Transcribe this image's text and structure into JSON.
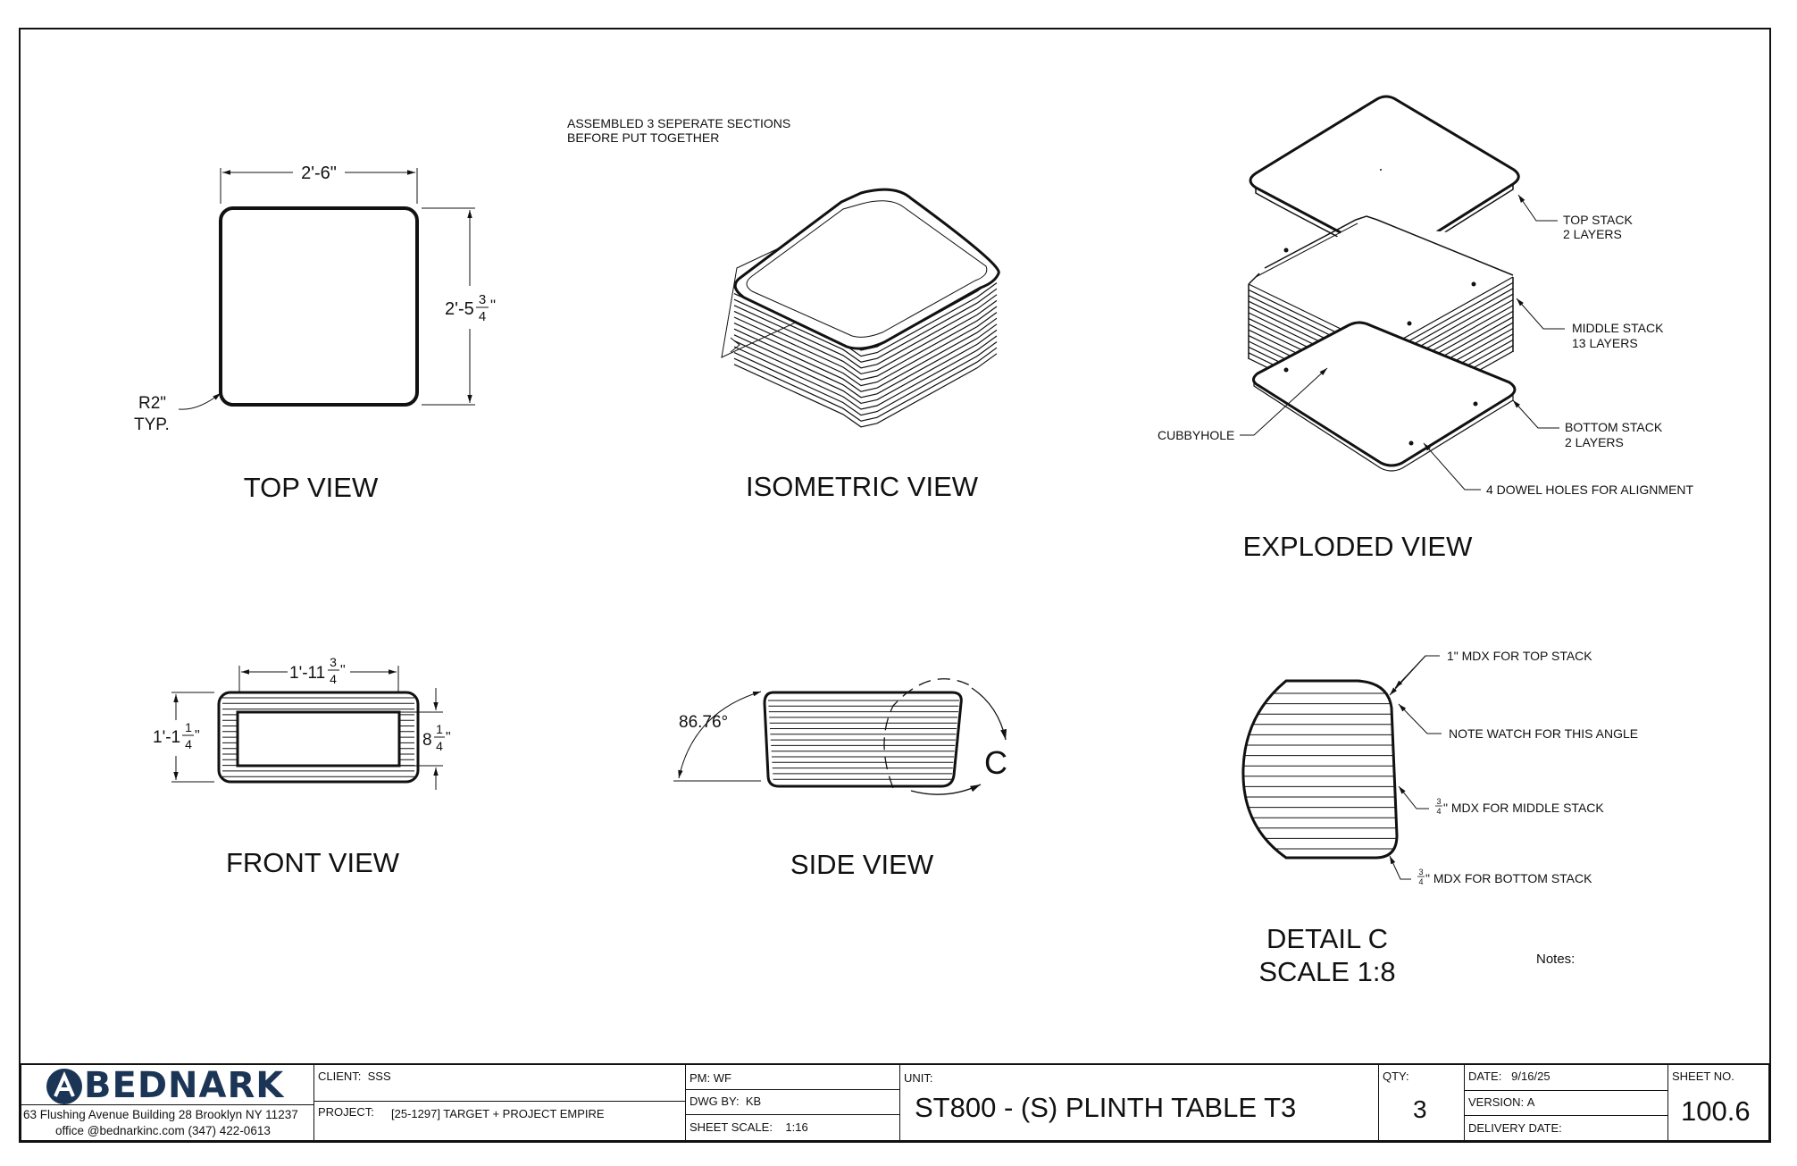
{
  "views": {
    "top": "TOP VIEW",
    "isometric": "ISOMETRIC VIEW",
    "exploded": "EXPLODED VIEW",
    "front": "FRONT VIEW",
    "side": "SIDE VIEW",
    "detail_line1": "DETAIL C",
    "detail_line2": "SCALE 1:8"
  },
  "top_view": {
    "width_dim": "2'-6\"",
    "height_dim_whole": "2'-5",
    "height_dim_num": "3",
    "height_dim_den": "4",
    "height_dim_unit": "\"",
    "radius_line1": "R2\"",
    "radius_line2": "TYP."
  },
  "assembly_note": {
    "line1": "ASSEMBLED 3 SEPERATE SECTIONS",
    "line2": "BEFORE PUT TOGETHER"
  },
  "exploded_view": {
    "top_stack_line1": "TOP STACK",
    "top_stack_line2": "2 LAYERS",
    "middle_stack_line1": "MIDDLE STACK",
    "middle_stack_line2": "13 LAYERS",
    "bottom_stack_line1": "BOTTOM STACK",
    "bottom_stack_line2": "2 LAYERS",
    "cubbyhole": "CUBBYHOLE",
    "dowel": "4 DOWEL HOLES FOR ALIGNMENT"
  },
  "front_view": {
    "width_whole": "1'-11",
    "width_num": "3",
    "width_den": "4",
    "width_unit": "\"",
    "height_whole": "1'-1",
    "height_num": "1",
    "height_den": "4",
    "height_unit": "\"",
    "open_whole": "8",
    "open_num": "1",
    "open_den": "4",
    "open_unit": "\""
  },
  "side_view": {
    "angle": "86.76°",
    "detail_marker": "C"
  },
  "detail_c": {
    "top_note": "1\" MDX FOR TOP STACK",
    "angle_note": "NOTE WATCH FOR THIS ANGLE",
    "middle_frac_num": "3",
    "middle_frac_den": "4",
    "middle_note": "\" MDX FOR MIDDLE STACK",
    "bottom_frac_num": "3",
    "bottom_frac_den": "4",
    "bottom_note": "\" MDX FOR BOTTOM STACK"
  },
  "notes_label": "Notes:",
  "title_block": {
    "logo_text": "BEDNARK",
    "address": "63 Flushing Avenue Building 28 Brooklyn NY 11237",
    "contact": "office @bednarkinc.com   (347) 422-0613",
    "client_label": "CLIENT:",
    "client_value": "SSS",
    "project_label": "PROJECT:",
    "project_value": "[25-1297] TARGET + PROJECT EMPIRE",
    "pm_label": "PM:",
    "pm_value": "WF",
    "dwg_label": "DWG BY:",
    "dwg_value": "KB",
    "scale_label": "SHEET SCALE:",
    "scale_value": "1:16",
    "unit_label": "UNIT:",
    "unit_value": "ST800 - (S) PLINTH TABLE T3",
    "qty_label": "QTY:",
    "qty_value": "3",
    "date_label": "DATE:",
    "date_value": "9/16/25",
    "version_label": "VERSION:",
    "version_value": "A",
    "delivery_label": "DELIVERY DATE:",
    "delivery_value": "",
    "sheet_label": "SHEET NO.",
    "sheet_value": "100.6"
  }
}
